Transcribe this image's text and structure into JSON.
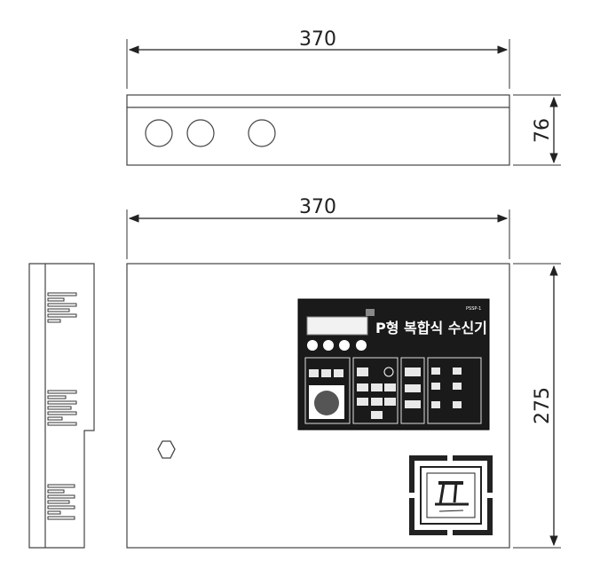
{
  "dimensions": {
    "top_width": "370",
    "top_depth": "76",
    "front_width": "370",
    "front_height": "275"
  },
  "panel": {
    "title": "P형 복합식 수신기",
    "model": "PSSP-1"
  },
  "colors": {
    "line": "#444444",
    "panel_bg": "#1a1a1a",
    "panel_text": "#ffffff",
    "background": "#ffffff"
  },
  "icons": {
    "knockout": "circle-knockout",
    "lock": "hex-lock-icon",
    "logo": "square-logo-icon"
  }
}
